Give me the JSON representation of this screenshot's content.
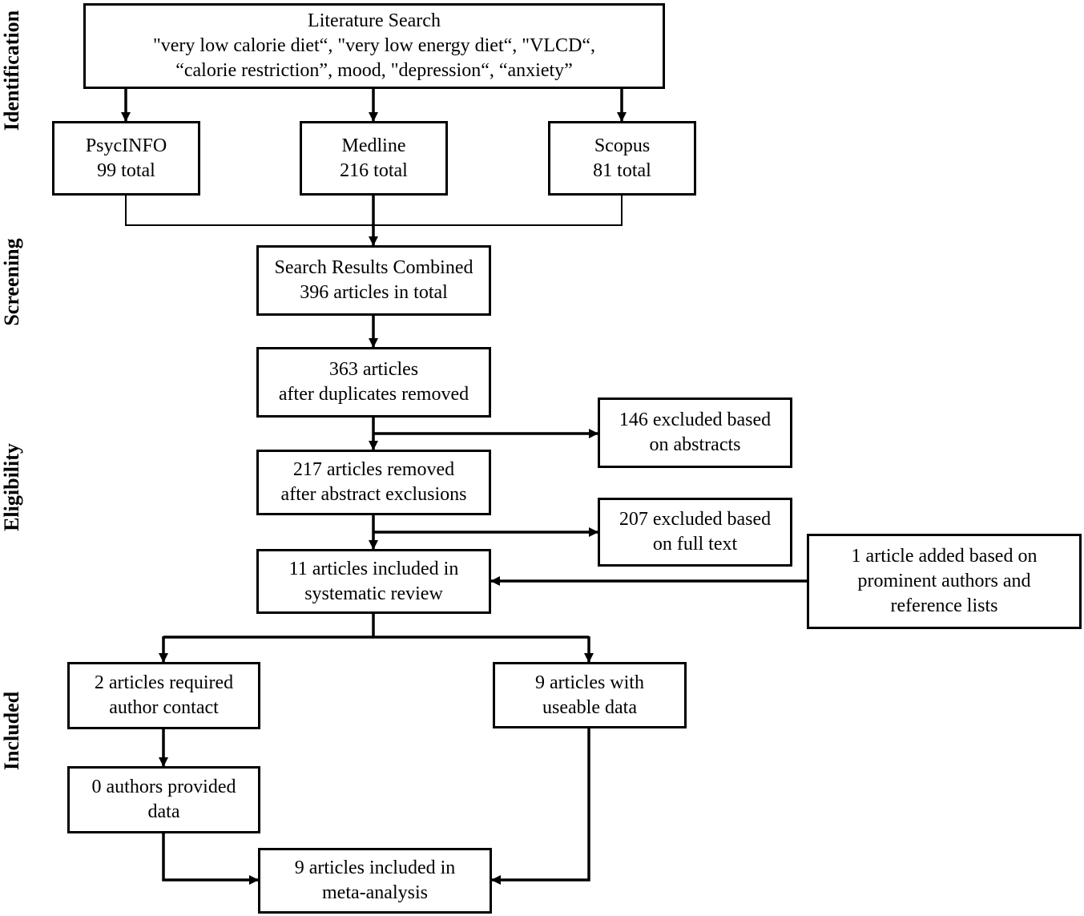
{
  "stages": {
    "identification": "Identification",
    "screening": "Screening",
    "eligibility": "Eligibility",
    "included": "Included"
  },
  "boxes": {
    "literature_search": [
      "Literature Search",
      "\"very low calorie diet“, \"very low energy diet“, \"VLCD“,",
      "“calorie restriction”, mood, \"depression“, “anxiety”"
    ],
    "psycinfo": [
      "PsycINFO",
      "99 total"
    ],
    "medline": [
      "Medline",
      "216 total"
    ],
    "scopus": [
      "Scopus",
      "81 total"
    ],
    "combined": [
      "Search Results Combined",
      "396 articles in total"
    ],
    "dedup": [
      "363 articles",
      "after duplicates removed"
    ],
    "excluded_abstracts": [
      "146 excluded based",
      "on abstracts"
    ],
    "after_abstract": [
      "217 articles removed",
      "after abstract exclusions"
    ],
    "excluded_fulltext": [
      "207 excluded based",
      "on full text"
    ],
    "systematic_review": [
      "11 articles included in",
      "systematic review"
    ],
    "added": [
      "1 article added based on",
      "prominent authors and",
      "reference lists"
    ],
    "author_contact": [
      "2 articles required",
      "author contact"
    ],
    "useable": [
      "9 articles with",
      "useable data"
    ],
    "authors_provided": [
      "0 authors provided",
      "data"
    ],
    "meta_analysis": [
      "9 articles included in",
      "meta-analysis"
    ]
  },
  "line_color": "#000000"
}
